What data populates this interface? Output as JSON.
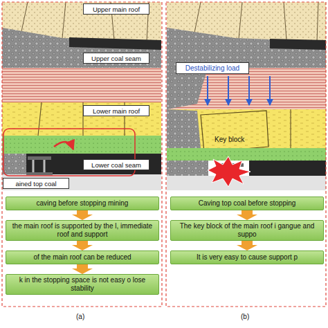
{
  "diagram": {
    "nodes": [
      {
        "text": [
          "Upper main roof"
        ]
      },
      {
        "text": [
          "Upper coal seam"
        ]
      },
      {
        "text": [
          "Lower main roof"
        ]
      },
      {
        "text": [
          "Lower coal seam"
        ]
      },
      {
        "text": [
          "ained top coal"
        ]
      },
      {
        "text": [
          "caving before stopping mining"
        ]
      },
      {
        "text": [
          "the main roof is supported by the l, immediate roof and support"
        ]
      },
      {
        "text": [
          "of the main roof can be reduced"
        ]
      },
      {
        "text": [
          "k in the stopping space is not easy o lose stability"
        ]
      },
      {
        "text": [
          "Destabilizing load"
        ]
      },
      {
        "text": [
          "Caving top coal before stopping"
        ]
      },
      {
        "text": [
          "The key block of the main roof i gangue and suppo"
        ]
      },
      {
        "text": [
          "It is very easy to cause support p"
        ]
      }
    ],
    "edges": [
      {
        "from": 5,
        "to": 6,
        "arrow": "to"
      },
      {
        "from": 6,
        "to": 7,
        "arrow": "to"
      },
      {
        "from": 7,
        "to": 8,
        "arrow": "to"
      },
      {
        "from": 10,
        "to": 11,
        "arrow": "to"
      },
      {
        "from": 11,
        "to": 12,
        "arrow": "to"
      }
    ],
    "labels": [
      "Key block",
      "(a)",
      "(b)"
    ]
  }
}
